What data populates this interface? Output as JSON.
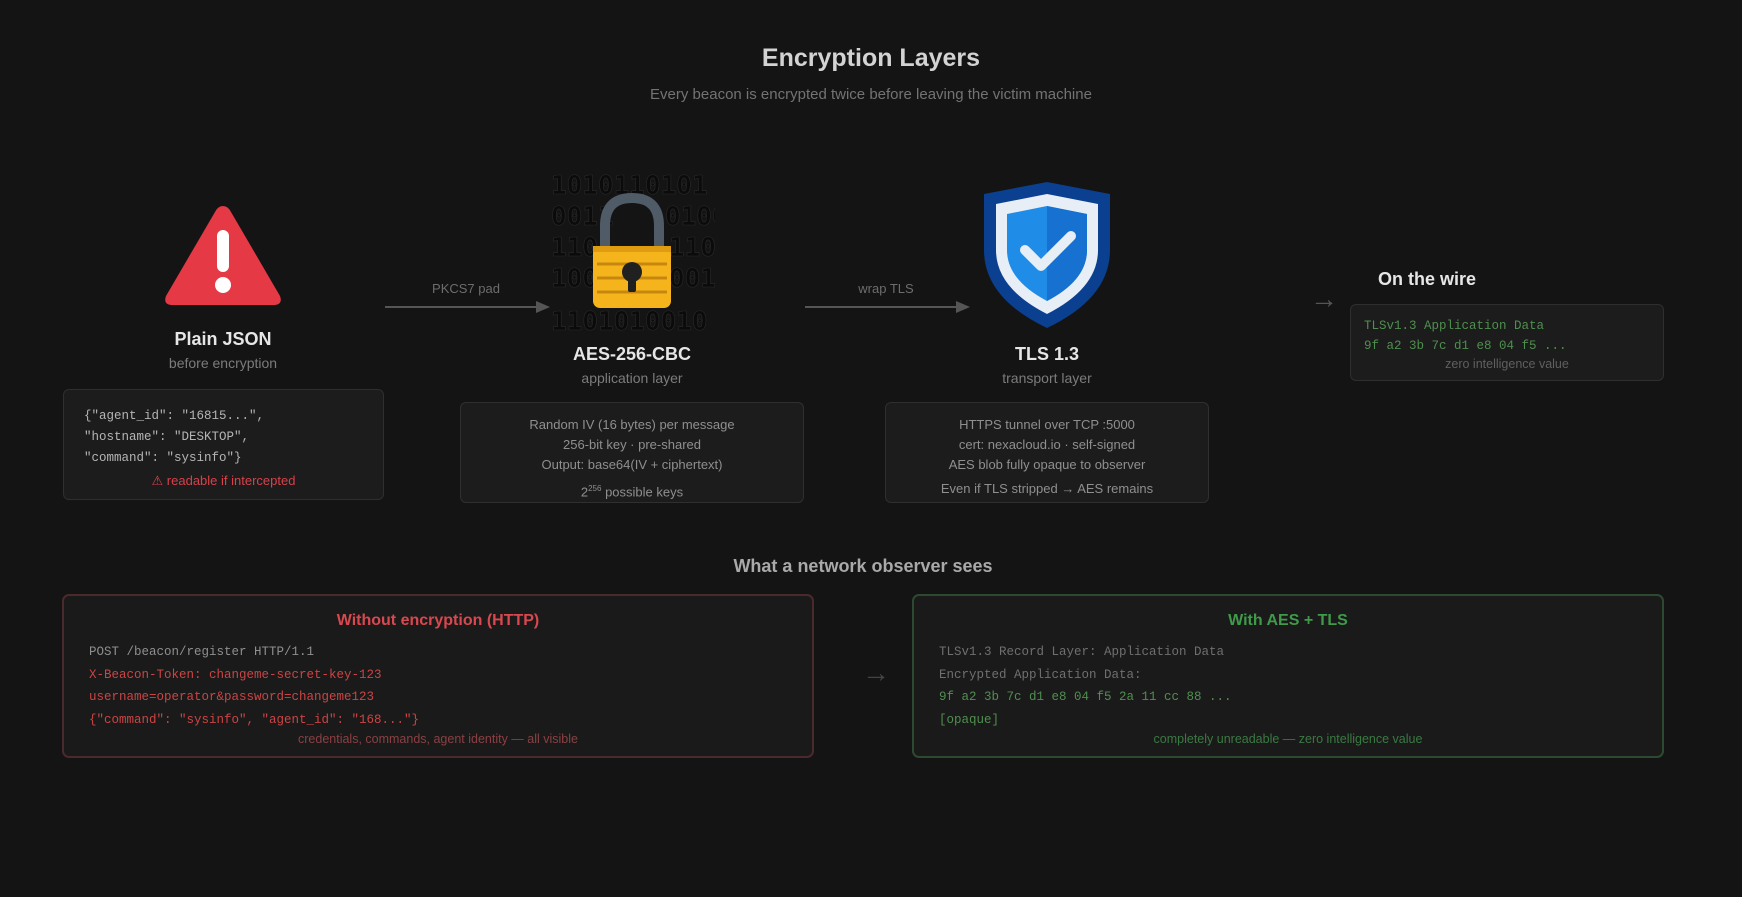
{
  "header": {
    "title": "Encryption Layers",
    "subtitle": "Every beacon is encrypted twice before leaving the victim machine"
  },
  "colors": {
    "background": "#141414",
    "warning_red": "#e53945",
    "lock_yellow": "#f5b41c",
    "shield_blue": "#1e7ee0",
    "wire_green": "#5a9a5a",
    "red_text": "#cc4444",
    "green_text": "#3f9a4a"
  },
  "stages": {
    "plain": {
      "icon": "warning-icon",
      "name": "Plain JSON",
      "sub": "before encryption",
      "code": [
        "{\"agent_id\": \"16815...\",",
        "\"hostname\": \"DESKTOP\",",
        "\"command\": \"sysinfo\"}"
      ],
      "warning": "⚠ readable if intercepted"
    },
    "aes": {
      "icon": "padlock-binary-icon",
      "name": "AES-256-CBC",
      "sub": "application layer",
      "lines": [
        "Random IV (16 bytes) per message",
        "256-bit key · pre-shared",
        "Output: base64(IV + ciphertext)"
      ],
      "keys_base": "2",
      "keys_exp": "256",
      "keys_text": " possible keys"
    },
    "tls": {
      "icon": "shield-check-icon",
      "name": "TLS 1.3",
      "sub": "transport layer",
      "lines": [
        "HTTPS tunnel over TCP :5000",
        "cert: nexacloud.io · self-signed",
        "AES blob fully opaque to observer"
      ],
      "note": "Even if TLS stripped → AES remains"
    },
    "wire": {
      "title": "On the wire",
      "line1": "TLSv1.3 Application Data",
      "line2": "9f a2 3b 7c d1 e8 04 f5 ...",
      "note": "zero intelligence value"
    }
  },
  "arrows": {
    "pad_label": "PKCS7 pad",
    "tls_label": "wrap TLS",
    "wire_glyph": "→",
    "mid_glyph": "→"
  },
  "observer": {
    "heading": "What a network observer sees",
    "without": {
      "title": "Without encryption (HTTP)",
      "lines": [
        "POST /beacon/register HTTP/1.1",
        "X-Beacon-Token: changeme-secret-key-123",
        "username=operator&password=changeme123",
        "{\"command\": \"sysinfo\", \"agent_id\": \"168...\"}"
      ],
      "note": "credentials, commands, agent identity — all visible"
    },
    "with": {
      "title": "With AES + TLS",
      "lines": [
        "TLSv1.3 Record Layer: Application Data",
        "Encrypted Application Data:",
        "9f a2 3b 7c d1 e8 04 f5 2a 11 cc 88 ...",
        "[opaque]"
      ],
      "note": "completely unreadable — zero intelligence value"
    }
  }
}
